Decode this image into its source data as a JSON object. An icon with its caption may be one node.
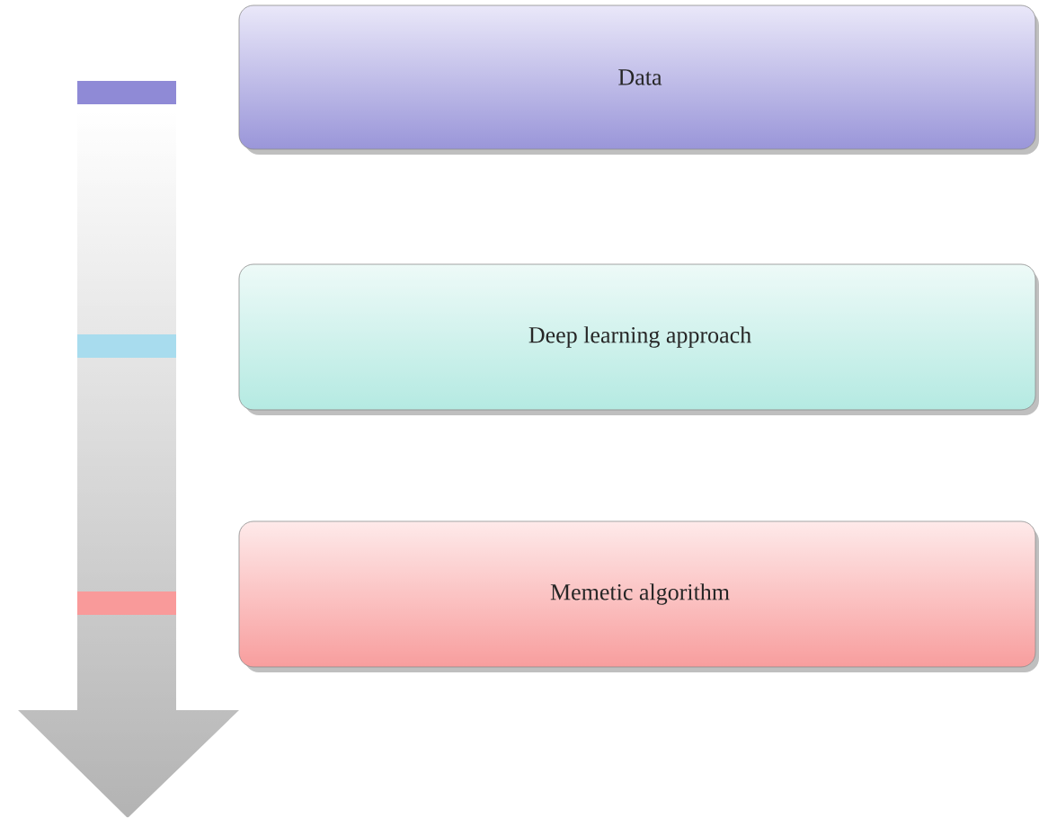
{
  "diagram": {
    "nodes": [
      {
        "text": [
          "Data"
        ]
      },
      {
        "text": [
          "Deep  learning  approach"
        ]
      },
      {
        "text": [
          "Memetic  algorithm"
        ]
      }
    ]
  }
}
